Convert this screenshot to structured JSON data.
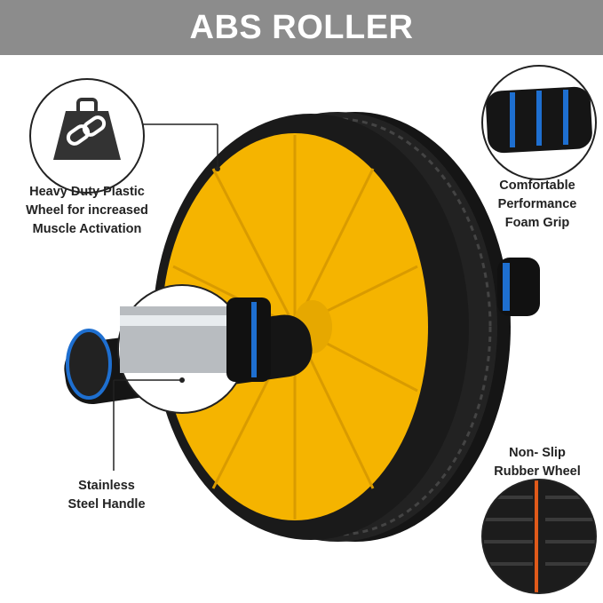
{
  "header": {
    "title": "ABS ROLLER"
  },
  "features": [
    {
      "lines": [
        "Heavy Duty Plastic",
        "Wheel for increased",
        "Muscle Activation"
      ],
      "icon": "weight-chain-icon"
    },
    {
      "lines": [
        "Comfortable",
        "Performance",
        "Foam Grip"
      ],
      "icon": "foam-grip-icon"
    },
    {
      "lines": [
        "Stainless",
        "Steel Handle"
      ],
      "icon": "steel-handle-icon"
    },
    {
      "lines": [
        "Non- Slip",
        "Rubber Wheel"
      ],
      "icon": "rubber-wheel-icon"
    }
  ],
  "colors": {
    "header": "#8c8c8c",
    "wheel": "#f5b400",
    "tire": "#1e1e1e",
    "accent_blue": "#1e6fd0"
  }
}
